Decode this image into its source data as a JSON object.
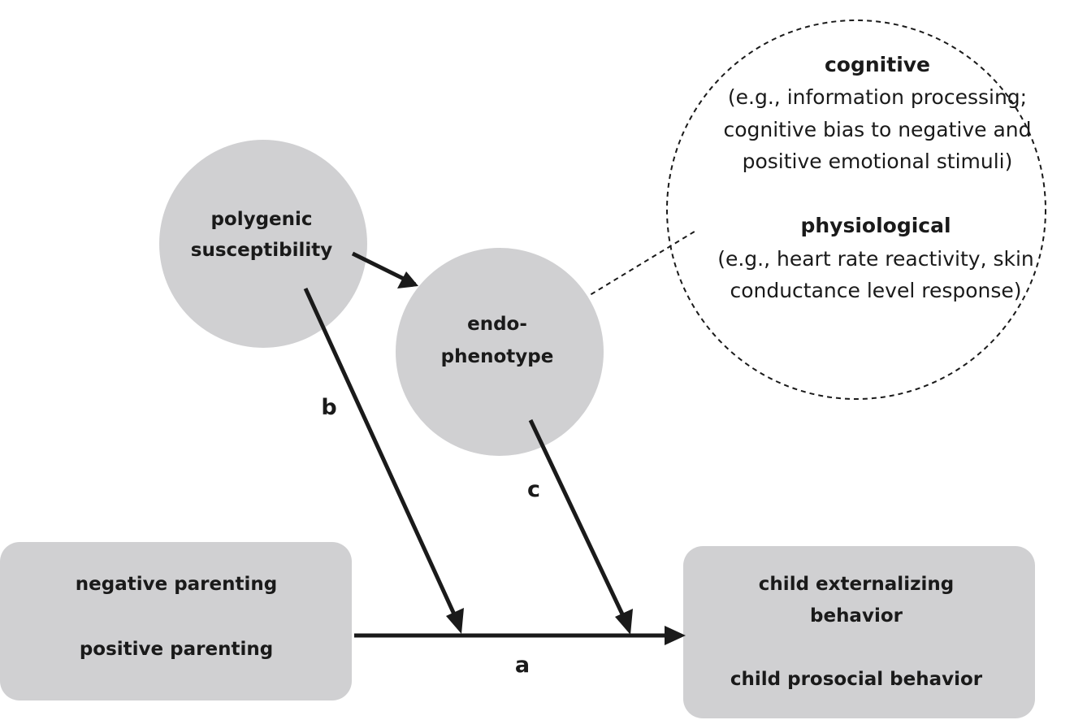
{
  "nodes": {
    "polygenic": {
      "line1": "polygenic",
      "line2": "susceptibility"
    },
    "endophenotype": {
      "line1": "endo-",
      "line2": "phenotype"
    },
    "parenting": {
      "line1": "negative parenting",
      "line2": "positive parenting"
    },
    "child": {
      "line1": "child externalizing",
      "line2": "behavior",
      "line3": "child prosocial behavior"
    }
  },
  "details": {
    "cognitive_title": "cognitive",
    "cognitive_line1": "(e.g., information processing;",
    "cognitive_line2": "cognitive bias to negative and",
    "cognitive_line3": "positive emotional stimuli)",
    "physiological_title": "physiological",
    "physiological_line1": "(e.g., heart rate reactivity, skin",
    "physiological_line2": "conductance level response)"
  },
  "paths": {
    "a": "a",
    "b": "b",
    "c": "c"
  },
  "colors": {
    "node_fill": "#d0d0d2",
    "stroke": "#1a1a1a"
  }
}
